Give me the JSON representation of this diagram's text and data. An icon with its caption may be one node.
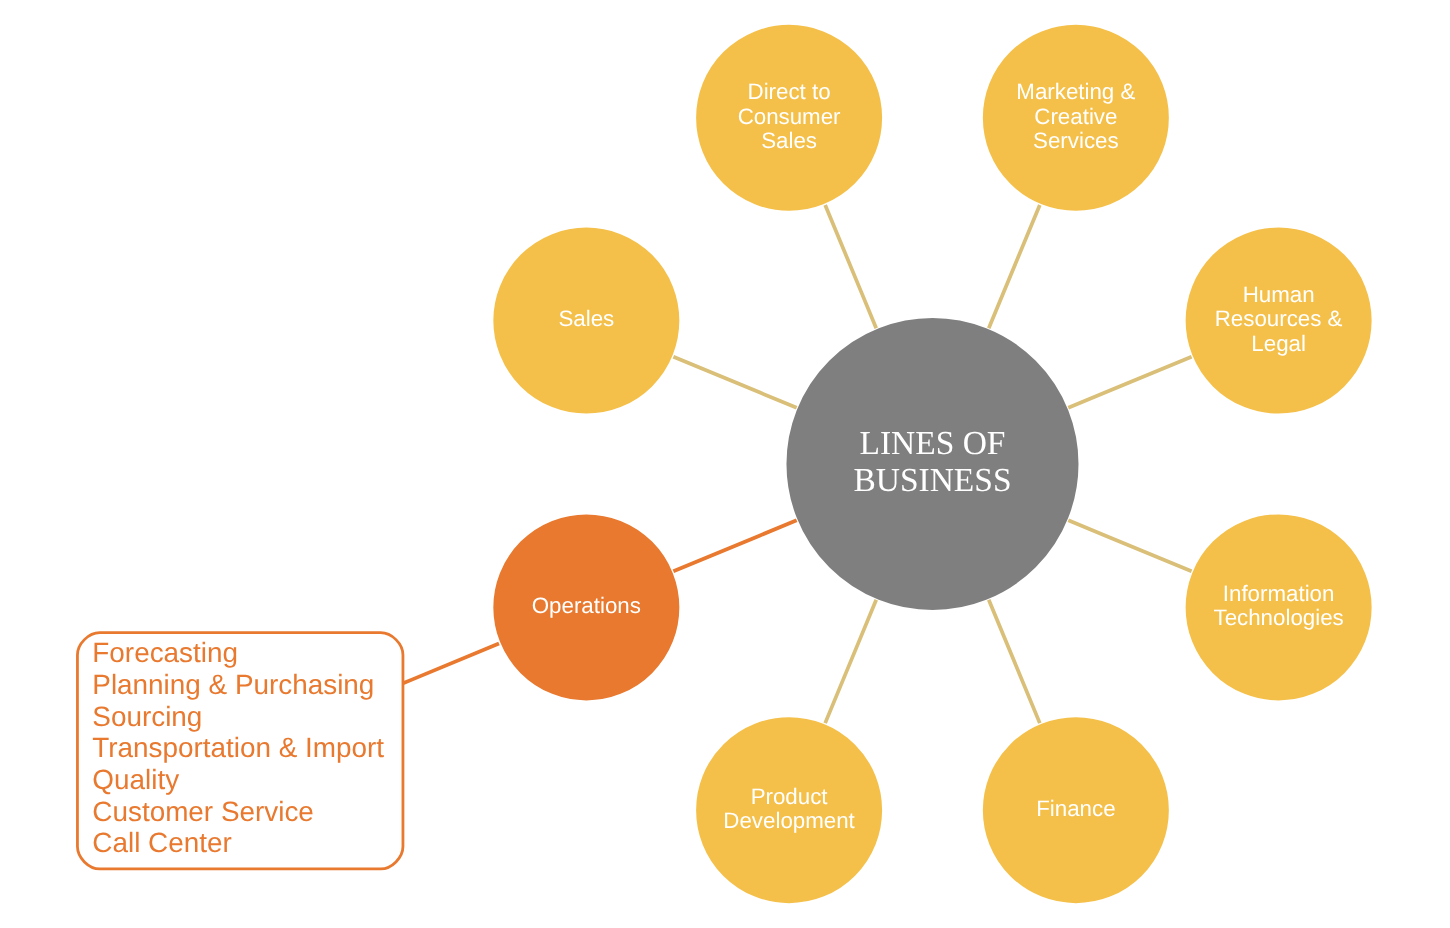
{
  "diagram": {
    "nodes": [
      {
        "text": [
          "Human Resources & Legal"
        ]
      },
      {
        "text": [
          "Marketing & Creative Services"
        ]
      },
      {
        "text": [
          "Direct to Consumer Sales"
        ]
      },
      {
        "text": [
          "Sales"
        ]
      },
      {
        "text": [
          "LINES OF BUSINESS"
        ]
      },
      {
        "text": [
          "Operations"
        ]
      },
      {
        "text": [
          "Forecasting",
          "Planning & Purchasing",
          "Sourcing",
          "Transportation & Import",
          "Quality",
          "Customer Service",
          "Call Center"
        ]
      },
      {
        "text": [
          "Product Development"
        ]
      },
      {
        "text": [
          "Finance"
        ]
      },
      {
        "text": [
          "Information Technologies"
        ]
      }
    ],
    "edges": [
      {
        "from": 4,
        "to": 0,
        "arrow": "none"
      },
      {
        "from": 4,
        "to": 1,
        "arrow": "none"
      },
      {
        "from": 4,
        "to": 2,
        "arrow": "none"
      },
      {
        "from": 4,
        "to": 3,
        "arrow": "none"
      },
      {
        "from": 4,
        "to": 5,
        "arrow": "none",
        "color": "#e8792f"
      },
      {
        "from": 5,
        "to": 6,
        "arrow": "none",
        "color": "#e8792f"
      },
      {
        "from": 4,
        "to": 7,
        "arrow": "none"
      },
      {
        "from": 4,
        "to": 8,
        "arrow": "none"
      },
      {
        "from": 4,
        "to": 9,
        "arrow": "none"
      }
    ]
  }
}
